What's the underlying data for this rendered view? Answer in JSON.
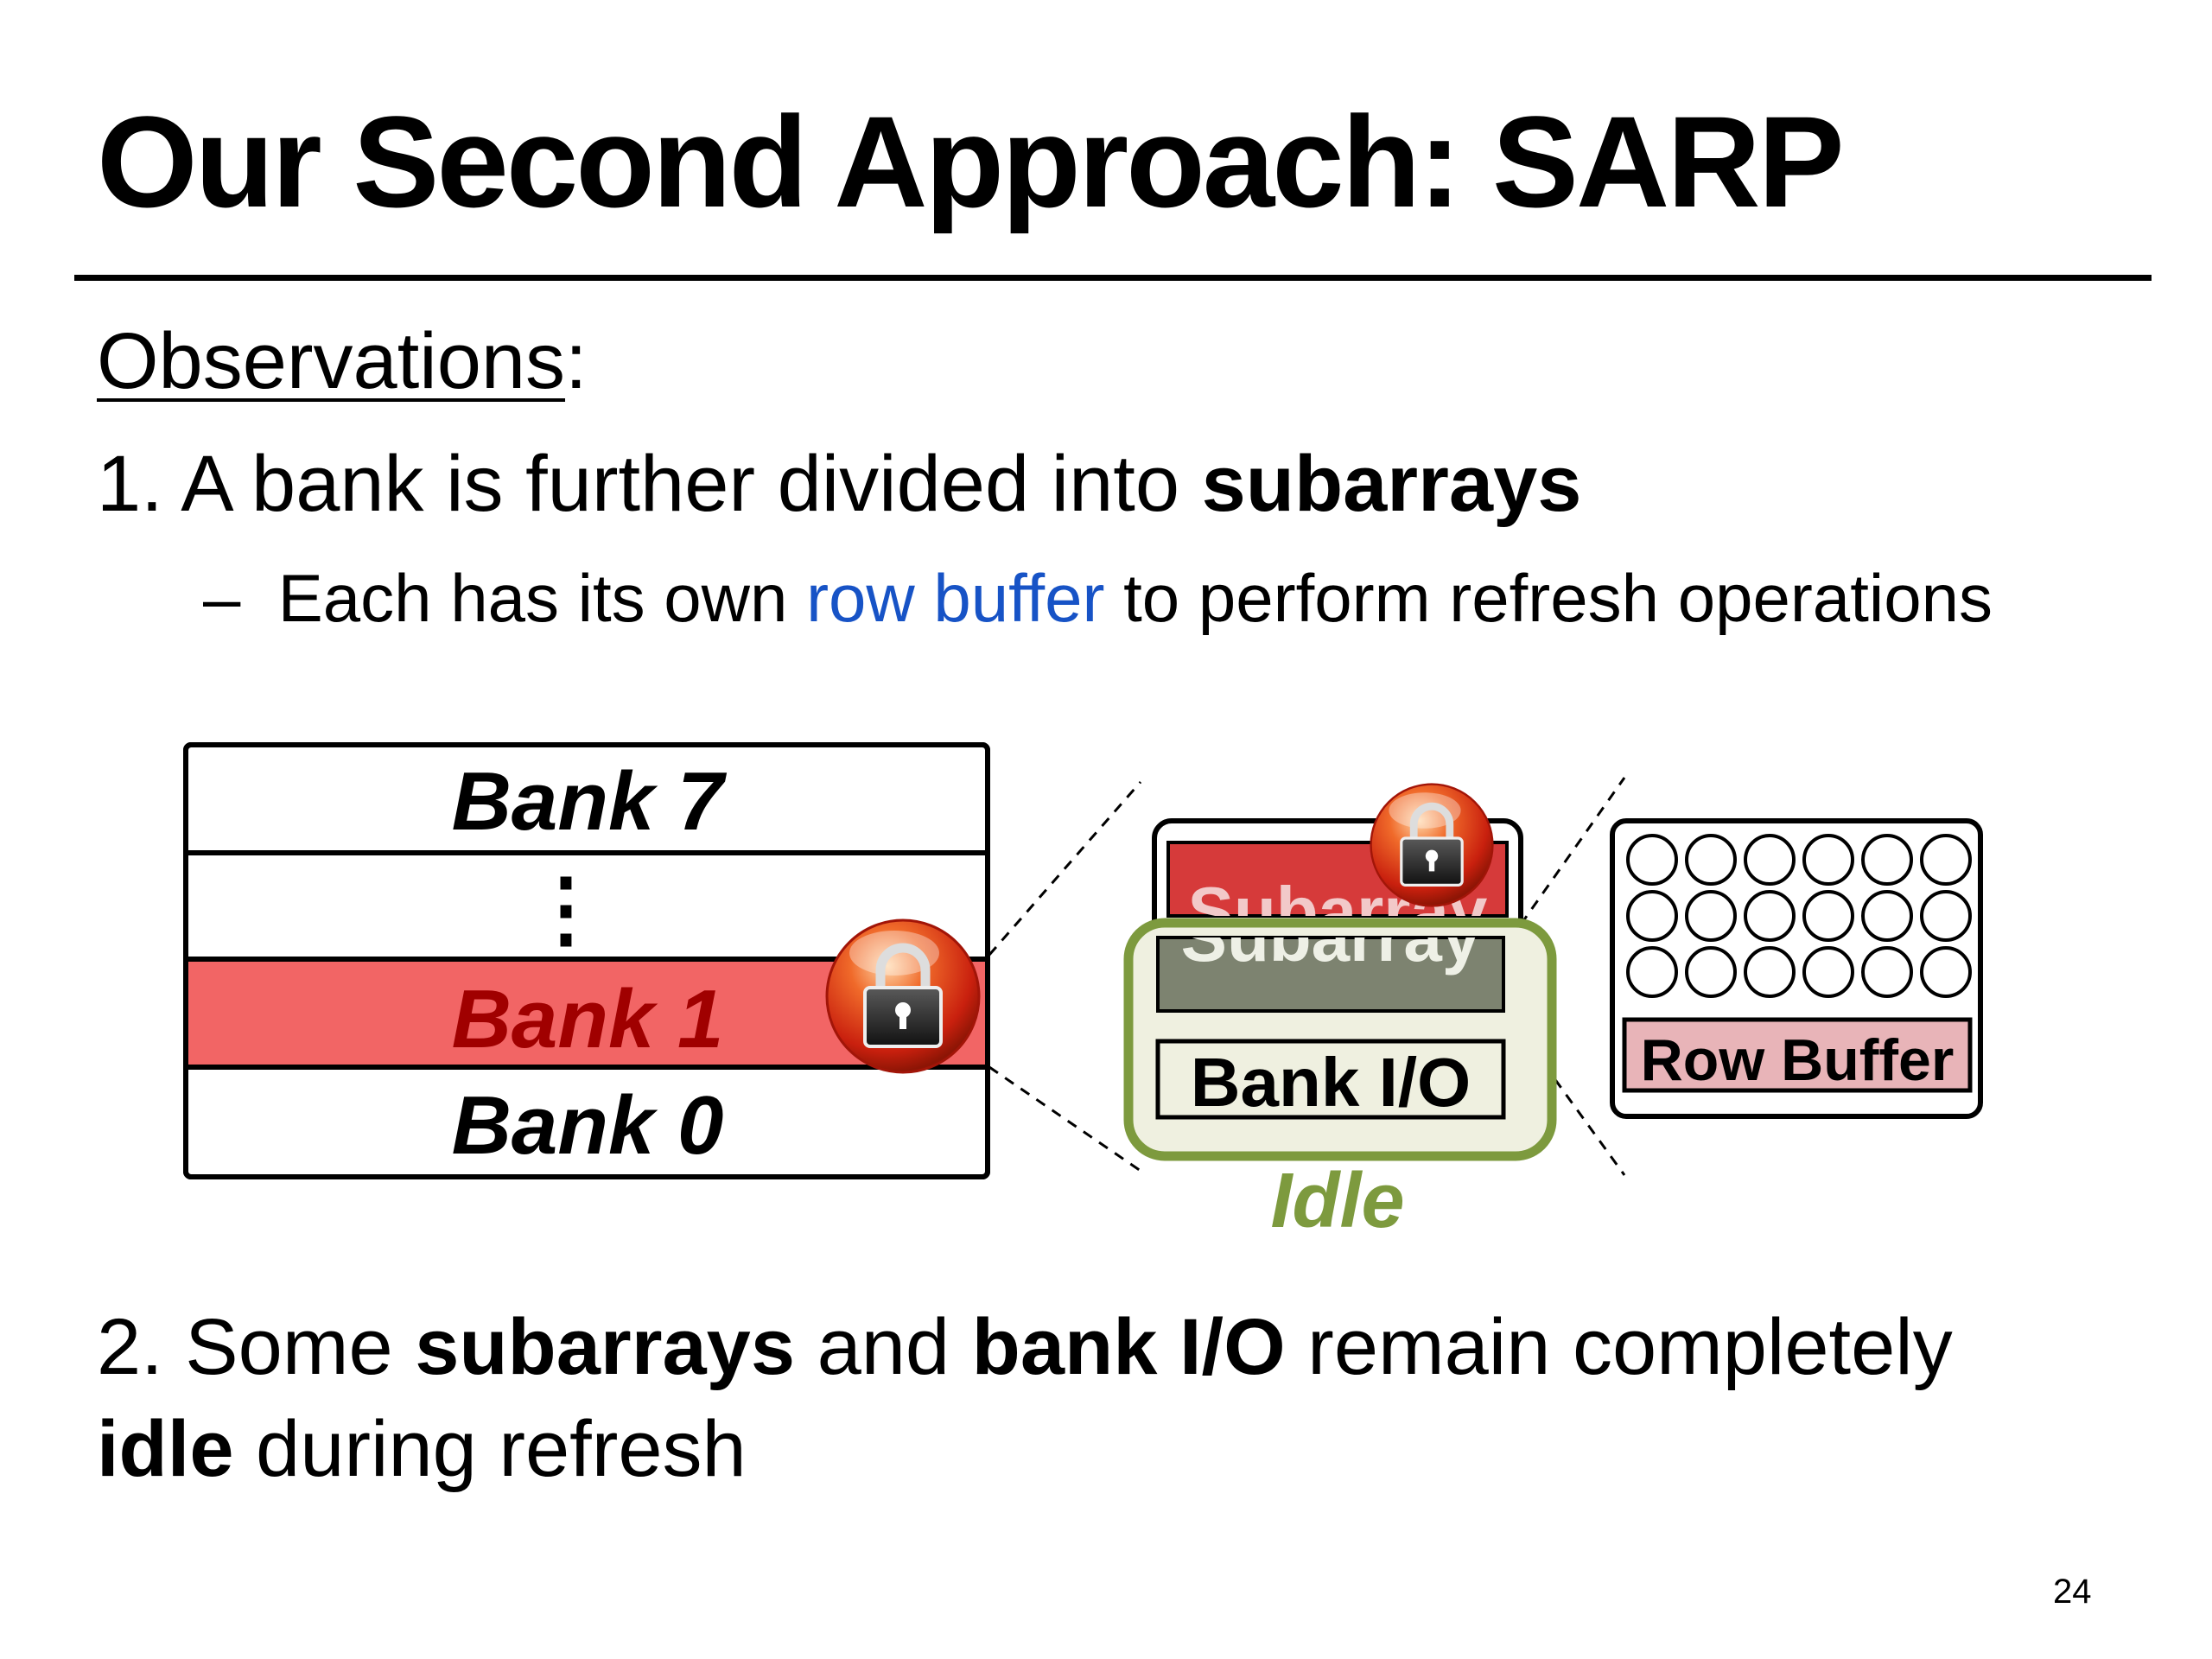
{
  "slide": {
    "title": "Our Second Approach: SARP",
    "observations_label": "Observations",
    "observations_colon": ":",
    "point1": {
      "prefix": "1. A bank is further divided into ",
      "bold": "subarrays"
    },
    "subpoint": {
      "dash": "–",
      "before": "Each has its own ",
      "highlight": "row buffer",
      "after": " to perform refresh operations"
    },
    "point2": {
      "part1": "2. Some ",
      "bold1": "subarrays",
      "part2": " and ",
      "bold2": "bank I/O",
      "part3": " remain completely ",
      "bold3": "idle",
      "part4": " during refresh"
    },
    "page_number": "24"
  },
  "diagram": {
    "banks": [
      "Bank 7",
      "⋮",
      "Bank 1",
      "Bank 0"
    ],
    "subarray_label": "Subarray",
    "bank_io_label": "Bank I/O",
    "idle_label": "Idle",
    "row_buffer_label": "Row Buffer",
    "lock_icon": "lock-icon",
    "colors": {
      "refresh_red": "#f26565",
      "refresh_text": "#a00000",
      "subarray_red": "#d63a3a",
      "idle_green": "#7d9a3e",
      "idle_fill": "#eff0e0",
      "subarray_gray": "#7d8370",
      "row_buffer_pink": "#e8b4b8",
      "link_blue": "#1753c6"
    }
  }
}
